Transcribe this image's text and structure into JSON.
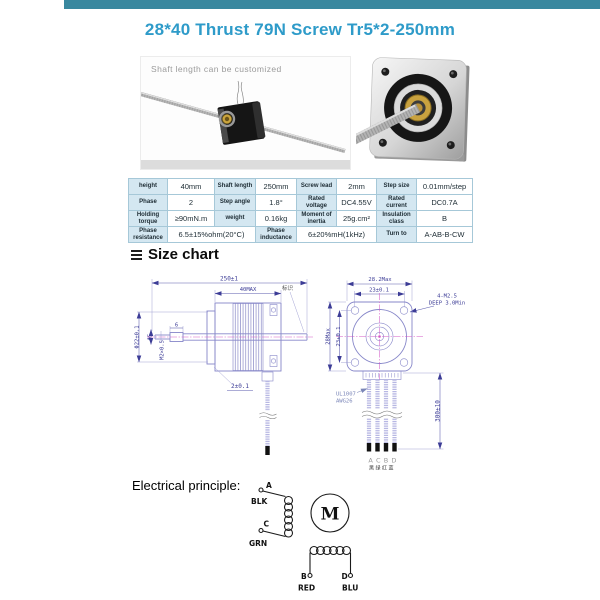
{
  "header": {
    "title": "28*40 Thrust 79N Screw Tr5*2-250mm"
  },
  "photo": {
    "caption": "Shaft length can be customized"
  },
  "colors": {
    "accent_teal": "#39889f",
    "title_blue": "#2e9bc9",
    "table_header_bg": "#d4e7f1",
    "drawing_line": "#8787c9",
    "dim_text": "#3c3c96",
    "centerline_magenta": "#d45ac8",
    "brass": "#c9a23f"
  },
  "spec": {
    "r1": {
      "c1": "height",
      "c2": "40mm",
      "c3": "Shaft length",
      "c4": "250mm",
      "c5": "Screw lead",
      "c6": "2mm",
      "c7": "Step size",
      "c8": "0.01mm/step"
    },
    "r2": {
      "c1": "Phase",
      "c2": "2",
      "c3": "Step angle",
      "c4": "1.8°",
      "c5": "Rated voltage",
      "c6": "DC4.55V",
      "c7": "Rated current",
      "c8": "DC0.7A"
    },
    "r3": {
      "c1": "Holding torque",
      "c2": "≥90mN.m",
      "c3": "weight",
      "c4": "0.16kg",
      "c5": "Moment of inertia",
      "c6": "25g.cm²",
      "c7": "Insulation class",
      "c8": "B"
    },
    "r4": {
      "c1": "Phase resistance",
      "c2": "6.5±15%ohm(20°C)",
      "c3": "Phase inductance",
      "c4": "6±20%mH(1kHz)",
      "c5": "Turn to",
      "c6": "A-AB-B-CW"
    }
  },
  "size_chart": {
    "heading": "Size chart"
  },
  "drawings": {
    "side": {
      "total_len": "250±1",
      "body_len": "40MAX",
      "tip_len": "6",
      "boss_d": "Φ22±0.1",
      "shaft_d": "Φ5",
      "tip_thread": "M2×0.5",
      "marking": "标识",
      "flange_t": "2±0.1"
    },
    "front": {
      "width_max": "28.2Max",
      "hole_span_h": "23±0.1",
      "height_max": "28Max",
      "hole_span_v": "23±0.1",
      "corner_thread": "4-M2.5",
      "corner_depth": "DEEP 3.0Min",
      "wire_type": "UL1007",
      "wire_gauge": "AWG26",
      "wire_len": "300±10",
      "wire_order": "ACBD",
      "wire_colors_cn": "黑绿红蓝"
    }
  },
  "electrical": {
    "heading": "Electrical principle:",
    "motor": "M",
    "a": "A",
    "a_wire": "BLK",
    "c": "C",
    "c_wire": "GRN",
    "b": "B",
    "b_wire": "RED",
    "d": "D",
    "d_wire": "BLU"
  }
}
